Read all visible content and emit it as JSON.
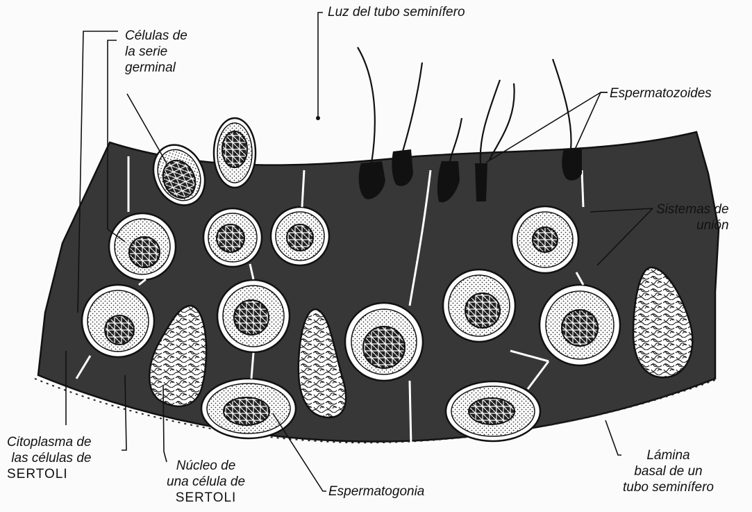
{
  "labels": {
    "luz": "Luz del tubo seminífero",
    "celulas_germinal": [
      "Células de",
      "la serie",
      "germinal"
    ],
    "espermatozoides": "Espermatozoides",
    "sistemas_union": [
      "Sistemas de",
      "unión"
    ],
    "citoplasma": [
      "Citoplasma de",
      "las células de",
      "SERTOLI"
    ],
    "nucleo_sertoli": [
      "Núcleo de",
      "una célula de",
      "SERTOLI"
    ],
    "espermatogonia": "Espermatogonia",
    "lamina_basal": [
      "Lámina",
      "basal de un",
      "tubo seminífero"
    ]
  }
}
